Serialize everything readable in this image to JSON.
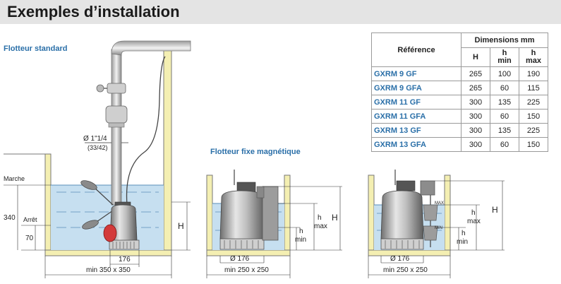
{
  "page_title": "Exemples d’installation",
  "section_standard": "Flotteur standard",
  "section_magnetic": "Flotteur fixe magnétique",
  "table": {
    "ref_header": "Référence",
    "group_header": "Dimensions mm",
    "col_h": "H",
    "col_hmin_a": "h",
    "col_hmin_b": "min",
    "col_hmax_a": "h",
    "col_hmax_b": "max",
    "rows": [
      {
        "ref": "GXRM 9 GF",
        "H": "265",
        "hmin": "100",
        "hmax": "190"
      },
      {
        "ref": "GXRM 9 GFA",
        "H": "265",
        "hmin": "60",
        "hmax": "115"
      },
      {
        "ref": "GXRM 11 GF",
        "H": "300",
        "hmin": "135",
        "hmax": "225"
      },
      {
        "ref": "GXRM 11 GFA",
        "H": "300",
        "hmin": "60",
        "hmax": "150"
      },
      {
        "ref": "GXRM 13 GF",
        "H": "300",
        "hmin": "135",
        "hmax": "225"
      },
      {
        "ref": "GXRM 13 GFA",
        "H": "300",
        "hmin": "60",
        "hmax": "150"
      }
    ]
  },
  "diagram1": {
    "pipe_diameter": "Ø 1\"1/4",
    "pipe_diameter_sub": "(33/42)",
    "marche": "Marche",
    "arret": "Arrêt",
    "dim_340": "340",
    "dim_70": "70",
    "dim_176": "176",
    "dim_H": "H",
    "pit_min": "min 350 x 350"
  },
  "diagram2": {
    "dia": "Ø 176",
    "H": "H",
    "h_max_a": "h",
    "h_max_b": "max",
    "h_min_a": "h",
    "h_min_b": "min",
    "pit_min": "min 250 x 250"
  },
  "diagram3": {
    "dia": "Ø 176",
    "H": "H",
    "max_mark": "MAX",
    "min_mark": "MIN",
    "h_max_a": "h",
    "h_max_b": "max",
    "h_min_a": "h",
    "h_min_b": "min",
    "pit_min": "min 250 x 250"
  },
  "colors": {
    "water": "#c6dff0",
    "pit_wall": "#f4efb2",
    "accent_text": "#2a6fa8",
    "float_red": "#d33a3a"
  }
}
